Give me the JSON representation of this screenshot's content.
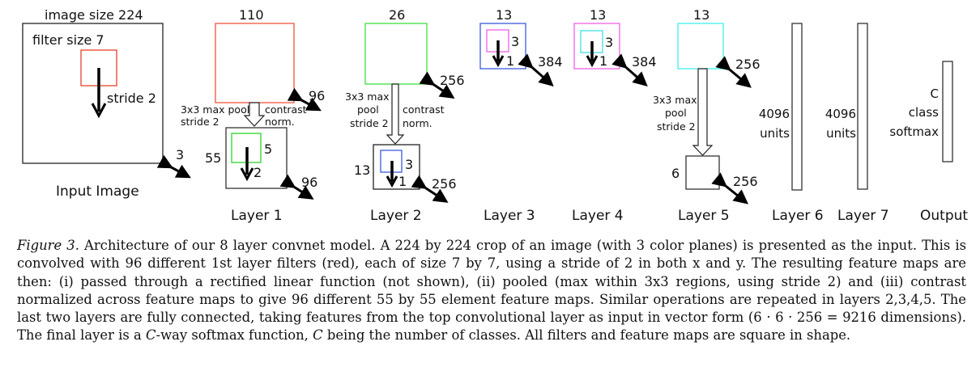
{
  "figure": {
    "input": {
      "title": "Input Image",
      "size_label": "image size 224",
      "filter_label": "filter size 7",
      "stride_label": "stride 2",
      "depth": "3",
      "filter_color": "#e8412a"
    },
    "layer1": {
      "title": "Layer 1",
      "top_size": "110",
      "top_depth": "96",
      "pool_label_1": "3x3 max pool",
      "pool_label_2": "stride 2",
      "norm_label_1": "contrast",
      "norm_label_2": "norm.",
      "bottom_size": "55",
      "bottom_depth": "96",
      "filter_size": "5",
      "stride": "2",
      "top_color": "#f0553a",
      "filter_color": "#2bd62b"
    },
    "layer2": {
      "title": "Layer 2",
      "top_size": "26",
      "top_depth": "256",
      "pool_label_1": "3x3 max",
      "pool_label_2": "pool",
      "pool_label_3": "stride 2",
      "norm_label_1": "contrast",
      "norm_label_2": "norm.",
      "bottom_size": "13",
      "bottom_depth": "256",
      "filter_size": "3",
      "stride": "1",
      "top_color": "#3fe03f",
      "filter_color": "#3b5bdb"
    },
    "layer3": {
      "title": "Layer 3",
      "size": "13",
      "depth": "384",
      "filter_size": "3",
      "stride": "1",
      "color": "#3b5bdb",
      "filter_color": "#f060e8"
    },
    "layer4": {
      "title": "Layer 4",
      "size": "13",
      "depth": "384",
      "filter_size": "3",
      "stride": "1",
      "color": "#f060e8",
      "filter_color": "#40e0e8"
    },
    "layer5": {
      "title": "Layer 5",
      "top_size": "13",
      "top_depth": "256",
      "pool_label_1": "3x3 max",
      "pool_label_2": "pool",
      "pool_label_3": "stride 2",
      "bottom_size": "6",
      "bottom_depth": "256",
      "color": "#40eef0"
    },
    "layer6": {
      "title": "Layer 6",
      "units_1": "4096",
      "units_2": "units"
    },
    "layer7": {
      "title": "Layer 7",
      "units_1": "4096",
      "units_2": "units"
    },
    "output": {
      "title": "Output",
      "label_1": "C",
      "label_2": "class",
      "label_3": "softmax"
    }
  },
  "caption": {
    "label": "Figure 3.",
    "text": " Architecture of our 8 layer convnet model. A 224 by 224 crop of an image (with 3 color planes) is presented as the input. This is convolved with 96 different 1st layer filters (red), each of size 7 by 7, using a stride of 2 in both x and y. The resulting feature maps are then: (i) passed through a rectified linear function (not shown), (ii) pooled (max within 3x3 regions, using stride 2) and (iii) contrast normalized across feature maps to give 96 different 55 by 55 element feature maps. Similar operations are repeated in layers 2,3,4,5. The last two layers are fully connected, taking features from the top convolutional layer as input in vector form (6 · 6 · 256 = 9216 dimensions). The final layer is a ",
    "c_symbol": "C",
    "text_2": "-way softmax function, ",
    "c_symbol_2": "C",
    "text_3": " being the number of classes. All filters and feature maps are square in shape."
  }
}
